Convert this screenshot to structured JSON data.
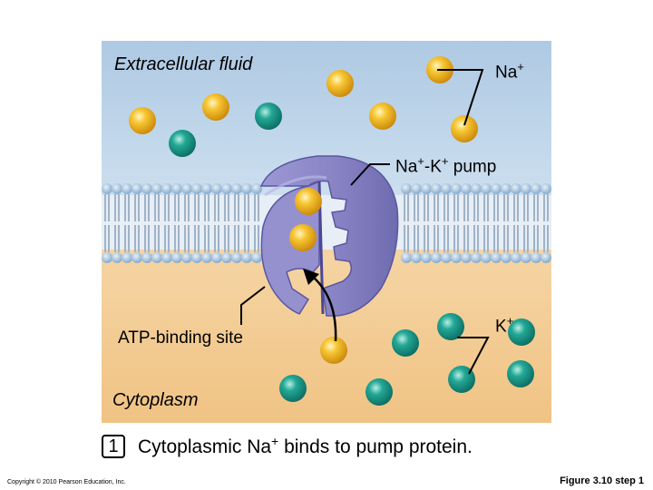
{
  "labels": {
    "extracellular": "Extracellular fluid",
    "na": "Na",
    "na_sup": "+",
    "pump_na": "Na",
    "pump_na_sup": "+",
    "pump_dash_k": "-K",
    "pump_k_sup": "+",
    "pump_word": " pump",
    "atp_site": "ATP-binding site",
    "k": "K",
    "k_sup": "+",
    "cytoplasm": "Cytoplasm"
  },
  "step": {
    "number": "1",
    "text_before": "Cytoplasmic Na",
    "text_sup": "+",
    "text_after": " binds to pump protein."
  },
  "copyright": "Copyright © 2010 Pearson Education, Inc.",
  "figure_ref": "Figure 3.10 step 1",
  "colors": {
    "extracellular_top": "#b7cfe6",
    "extracellular_bottom": "#cfe0ef",
    "cytoplasm": "#f2c98f",
    "lipid_head": "#8fb3d3",
    "pump": "#8a86c6",
    "sodium_ion": "#f3b51c",
    "potassium_ion": "#1a9a8c"
  },
  "icons": {
    "sodium": "gold-sphere",
    "potassium": "teal-sphere",
    "arrow": "curved-arrow"
  }
}
